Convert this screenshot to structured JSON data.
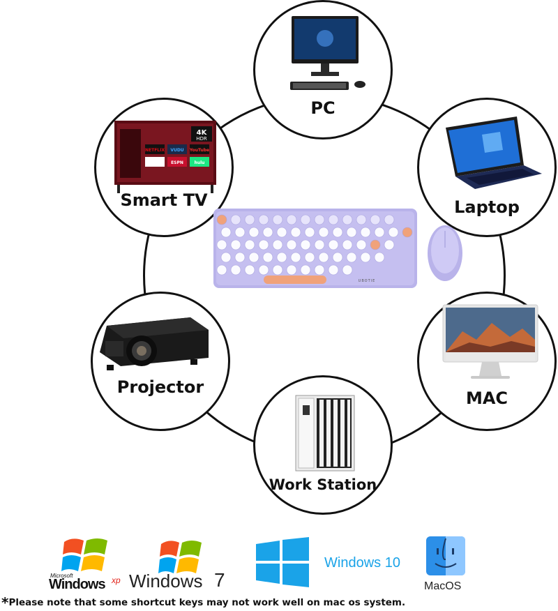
{
  "devices": {
    "pc": {
      "label": "PC"
    },
    "laptop": {
      "label": "Laptop"
    },
    "mac": {
      "label": "MAC"
    },
    "workstation": {
      "label": "Work Station"
    },
    "projector": {
      "label": "Projector"
    },
    "smart_tv": {
      "label": "Smart TV"
    }
  },
  "tv_screen": {
    "tiles": [
      "NETFLIX",
      "VUDU",
      "YouTube",
      "",
      "ESPN",
      "hulu"
    ],
    "badge": "4K",
    "badge_sub": "HDR"
  },
  "keyboard": {
    "brand": "UBOTIE"
  },
  "os_logos": {
    "xp_microsoft": "Microsoft",
    "xp_windows": "Windows",
    "xp_suffix": "xp",
    "win7_text": "Windows",
    "win7_number": "7",
    "win10_text": "Windows 10",
    "macos_text": "MacOS"
  },
  "note": {
    "star": "*",
    "text": "Please note  that some shortcut keys may not work well on mac os system."
  },
  "colors": {
    "ring": "#111111",
    "keyboard_body": "#b9b3ea",
    "keyboard_accent": "#f0a27a",
    "windows_blue": "#1aa3e8",
    "mac_blue": "#2c8fe8"
  }
}
